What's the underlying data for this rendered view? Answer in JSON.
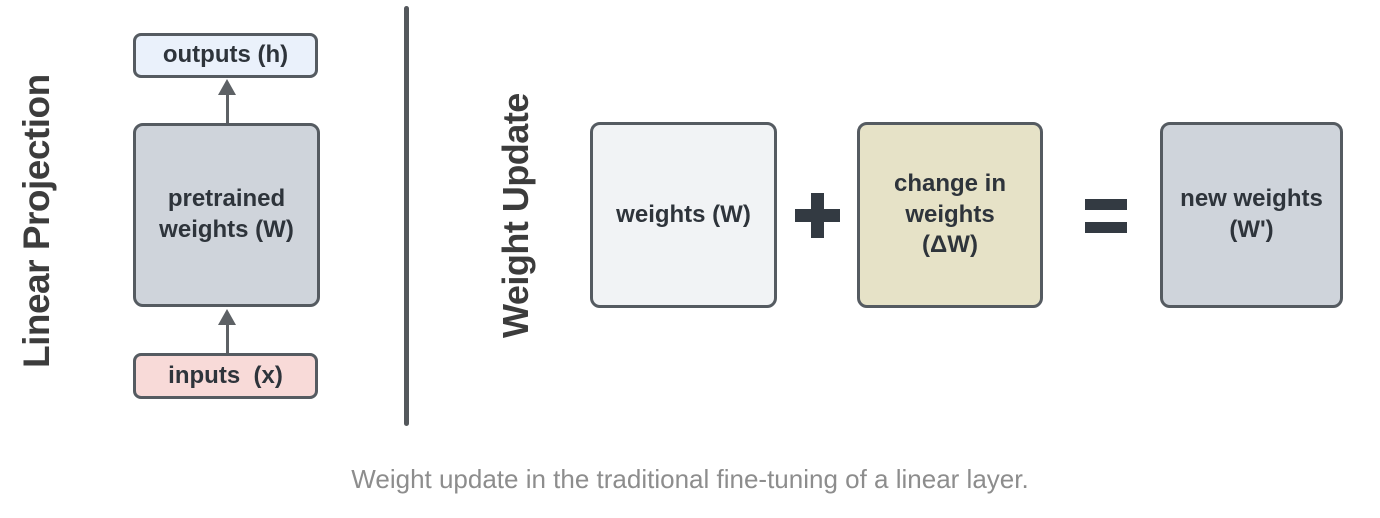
{
  "left": {
    "title": "Linear Projection",
    "outputs_label": "outputs (h)",
    "pretrained_label": "pretrained\nweights (W)",
    "inputs_label": "inputs  (x)"
  },
  "right": {
    "title": "Weight Update",
    "weights_label": "weights (W)",
    "plus_operator": "+",
    "delta_label": "change in\nweights\n(ΔW)",
    "equals_operator": "=",
    "new_weights_label": "new weights\n(W')"
  },
  "caption": "Weight update in the traditional fine-tuning of a linear layer.",
  "colors": {
    "outputs_fill": "#eaf1fb",
    "gray_weights_fill": "#cfd4db",
    "inputs_fill": "#f8dad8",
    "light_weights_fill": "#f1f3f5",
    "delta_fill": "#e6e2c7",
    "box_border": "#555b61",
    "box_text": "#2e343b",
    "operator": "#333a42",
    "arrow_and_divider": "#5d6165",
    "title_text": "#3c3c3c",
    "caption_text": "#8d8d8d",
    "background": "#ffffff"
  }
}
